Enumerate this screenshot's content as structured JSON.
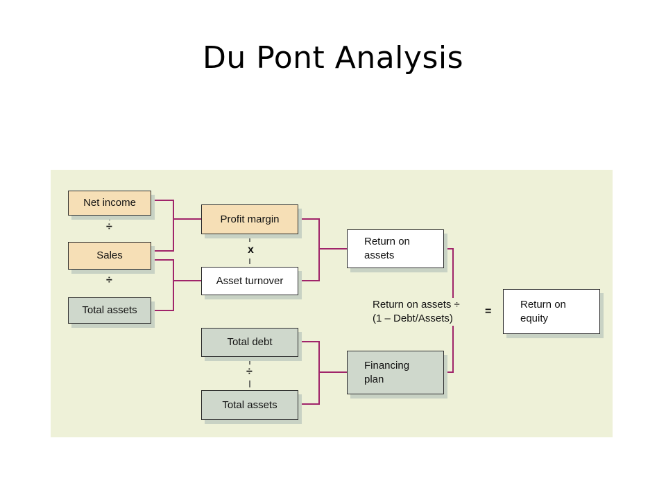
{
  "slide": {
    "title": "Du Pont Analysis"
  },
  "diagram": {
    "boxes": {
      "net_income": "Net income",
      "sales": "Sales",
      "total_assets_top": "Total assets",
      "profit_margin": "Profit margin",
      "asset_turnover": "Asset turnover",
      "return_on_assets_line1": "Return on",
      "return_on_assets_line2": "assets",
      "total_debt": "Total debt",
      "total_assets_bottom": "Total assets",
      "financing_plan_line1": "Financing",
      "financing_plan_line2": "plan",
      "return_on_equity_line1": "Return on",
      "return_on_equity_line2": "equity"
    },
    "operators": {
      "divide_1": "÷",
      "divide_2": "÷",
      "multiply": "x",
      "divide_3": "÷",
      "equals": "="
    },
    "formula": {
      "line1": "Return on assets ÷",
      "line2": "(1 – Debt/Assets)"
    },
    "colors": {
      "background": "#eef1d8",
      "input_box": "#f6dfb6",
      "gray_box": "#cfd8cc",
      "result_box": "#ffffff",
      "connector": "#a0246a"
    }
  }
}
